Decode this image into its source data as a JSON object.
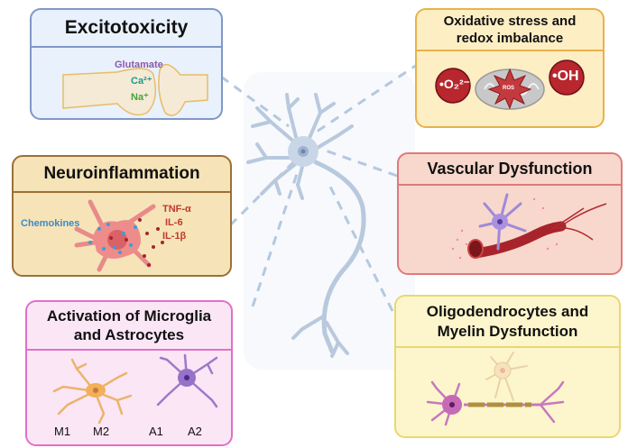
{
  "center": {
    "name": "neuron",
    "color": "#b8c9de"
  },
  "panels": {
    "excitotoxicity": {
      "title": "Excitotoxicity",
      "border": "#7f98c8",
      "fill": "#e9f1fc",
      "labels": {
        "glutamate": "Glutamate",
        "calcium": "Ca²⁺",
        "sodium": "Na⁺"
      },
      "label_colors": {
        "glutamate": "#8a5aa8",
        "calcium": "#1e9a8a",
        "sodium": "#4aa23a"
      }
    },
    "oxidative": {
      "title_line1": "Oxidative stress and",
      "title_line2": "redox imbalance",
      "border": "#e8b24a",
      "fill": "#fdeec4",
      "labels": {
        "superoxide": "•O₂²⁻",
        "ros": "ROS",
        "hydroxyl": "•OH"
      }
    },
    "neuroinflammation": {
      "title": "Neuroinflammation",
      "border": "#9a7038",
      "fill": "#f6e4b8",
      "labels": {
        "chemokines": "Chemokines",
        "tnf": "TNF-α",
        "il6": "IL-6",
        "il1b": "IL-1β"
      },
      "label_colors": {
        "chemokines": "#3a8ac8",
        "cytokines": "#c0392b"
      }
    },
    "vascular": {
      "title": "Vascular Dysfunction",
      "border": "#e07a7a",
      "fill": "#f8d8cc"
    },
    "glia": {
      "title_line1": "Activation of Microglia",
      "title_line2": "and Astrocytes",
      "border": "#e070c8",
      "fill": "#fbe6f6",
      "labels": {
        "m1": "M1",
        "m2": "M2",
        "a1": "A1",
        "a2": "A2"
      }
    },
    "oligodendrocytes": {
      "title_line1": "Oligodendrocytes and",
      "title_line2": "Myelin Dysfunction",
      "border": "#e8d870",
      "fill": "#fdf6cc"
    }
  }
}
